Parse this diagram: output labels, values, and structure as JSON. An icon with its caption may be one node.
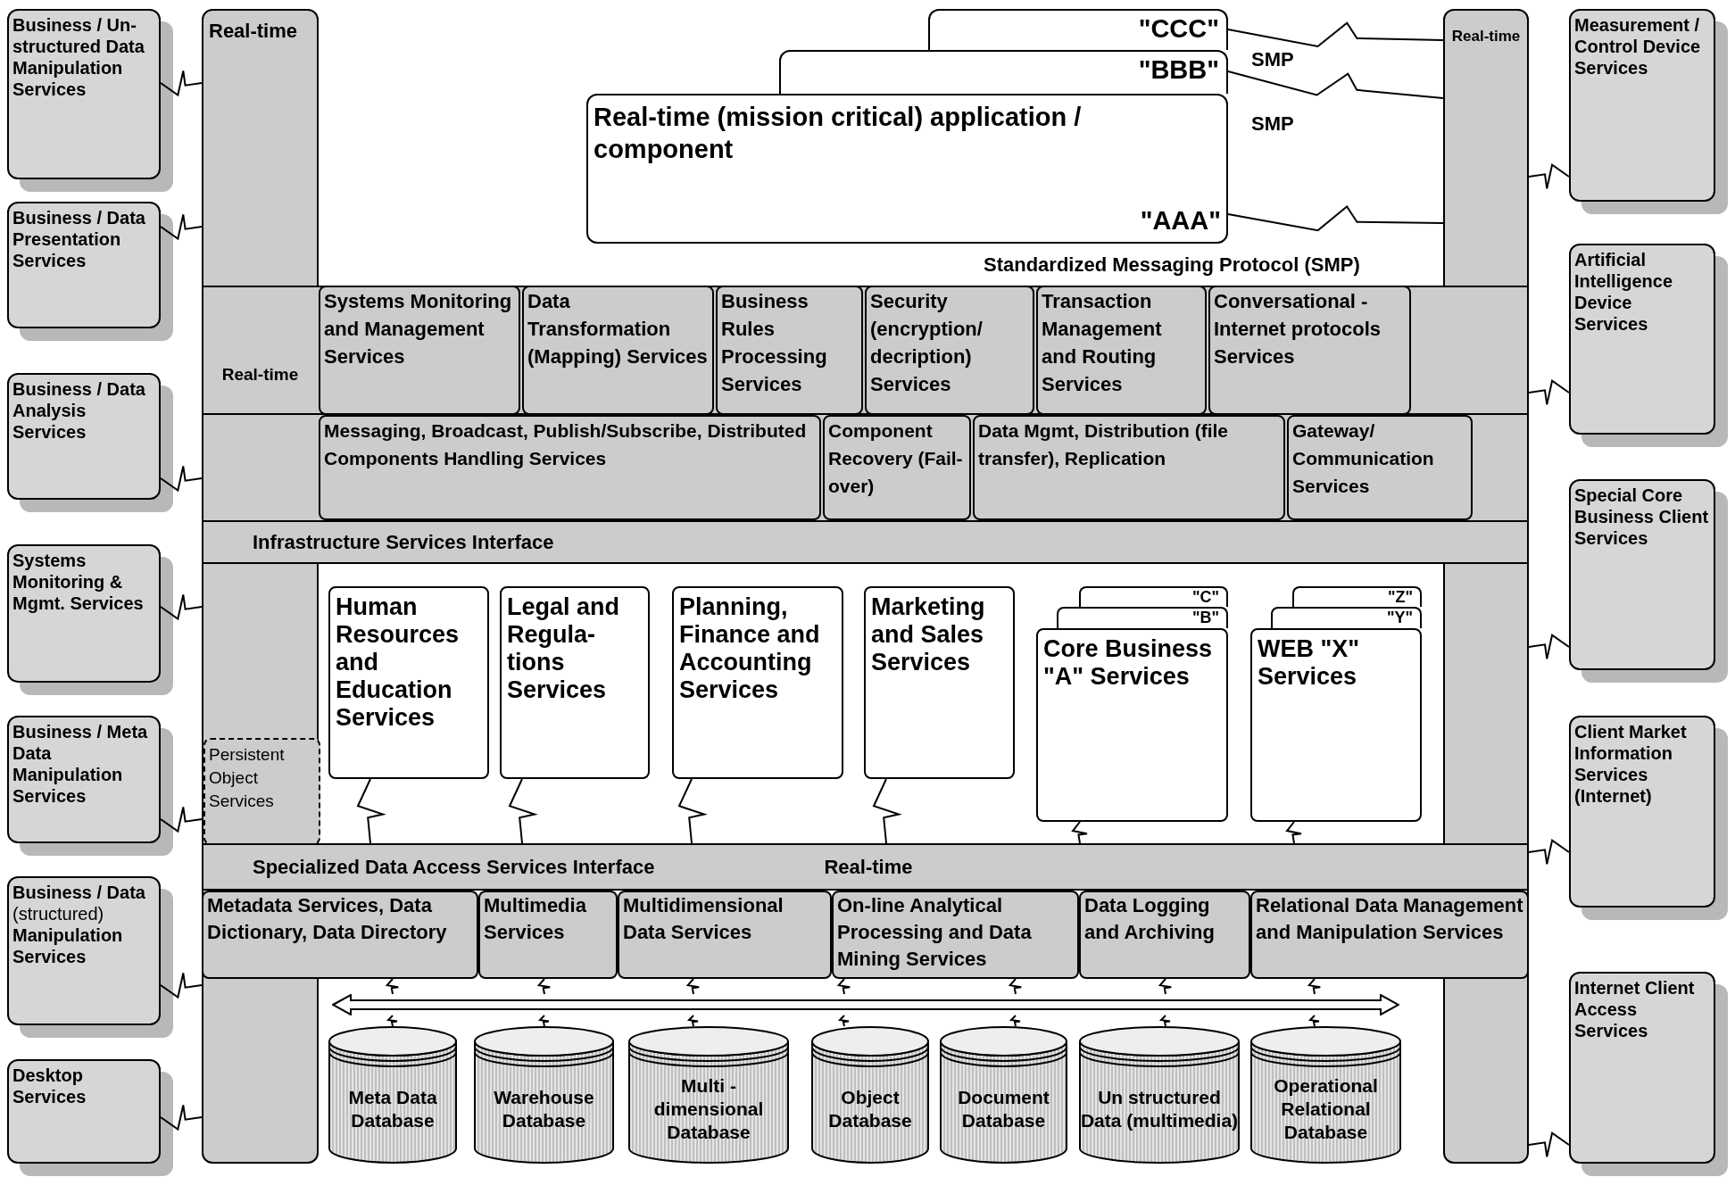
{
  "diagram": {
    "nodes": [
      {
        "text": [
          "Business / Un-structured Data Manipulation Services"
        ]
      },
      {
        "text": [
          "Business / Data Presentation Services"
        ]
      },
      {
        "text": [
          "Business / Data Analysis Services"
        ]
      },
      {
        "text": [
          "Systems Monitoring & Mgmt. Services"
        ]
      },
      {
        "text": [
          "Business / Meta Data Manipulation Services"
        ]
      },
      {
        "text": [
          "**Business / Data** (structured) **Manipulation Services**"
        ]
      },
      {
        "text": [
          "Desktop Services"
        ]
      },
      {
        "text": [
          "Measurement / Control Device Services"
        ]
      },
      {
        "text": [
          "Artificial Intelligence Device Services"
        ]
      },
      {
        "text": [
          "Special Core Business Client Services"
        ]
      },
      {
        "text": [
          "Client Market Information Services (Internet)"
        ]
      },
      {
        "text": [
          "Internet Client Access Services"
        ]
      },
      {
        "text": [
          "Real-time"
        ]
      },
      {
        "text": [
          "Real-time"
        ]
      },
      {
        "text": [
          "\"CCC\""
        ]
      },
      {
        "text": [
          "\"BBB\""
        ]
      },
      {
        "text": [
          "Real-time (mission critical) application / component",
          "\"AAA\""
        ]
      },
      {
        "text": [
          "Systems Monitoring and Management Services"
        ]
      },
      {
        "text": [
          "Data Transformation (Mapping) Services"
        ]
      },
      {
        "text": [
          "Business Rules Processing Services"
        ]
      },
      {
        "text": [
          "Security (encryption/ decription) Services"
        ]
      },
      {
        "text": [
          "Transaction Management and Routing Services"
        ]
      },
      {
        "text": [
          "Conversational - Internet protocols Services"
        ]
      },
      {
        "text": [
          "Messaging, Broadcast, Publish/Subscribe, Distributed Components Handling Services"
        ]
      },
      {
        "text": [
          "Component Recovery (Fail-over)"
        ]
      },
      {
        "text": [
          "Data Mgmt, Distribution (file transfer), Replication"
        ]
      },
      {
        "text": [
          "Gateway/ Communication Services"
        ]
      },
      {
        "text": [
          "Infrastructure Services Interface"
        ]
      },
      {
        "text": [
          "Persistent Object Services"
        ],
        "in": 12
      },
      {
        "text": [
          "Human Resources and Education Services"
        ]
      },
      {
        "text": [
          "Legal and Regula-tions Services"
        ]
      },
      {
        "text": [
          "Planning, Finance and Accounting Services"
        ]
      },
      {
        "text": [
          "Marketing and Sales Services"
        ]
      },
      {
        "text": [
          "\"C\""
        ]
      },
      {
        "text": [
          "\"B\""
        ]
      },
      {
        "text": [
          "Core Business \"A\" Services"
        ]
      },
      {
        "text": [
          "\"Z\""
        ]
      },
      {
        "text": [
          "\"Y\""
        ]
      },
      {
        "text": [
          "WEB \"X\" Services"
        ]
      },
      {
        "text": [
          "Specialized Data Access Services Interface",
          "Real-time"
        ]
      },
      {
        "text": [
          "Metadata Services, Data Dictionary, Data Directory"
        ]
      },
      {
        "text": [
          "Multimedia Services"
        ]
      },
      {
        "text": [
          "Multidimensional Data Services"
        ]
      },
      {
        "text": [
          "On-line Analytical Processing and Data Mining Services"
        ]
      },
      {
        "text": [
          "Data Logging and Archiving"
        ]
      },
      {
        "text": [
          "Relational Data Management and Manipulation Services"
        ]
      },
      {
        "text": [
          "Meta Data Database"
        ]
      },
      {
        "text": [
          "Warehouse Database"
        ]
      },
      {
        "text": [
          "Multi - dimensional Database"
        ]
      },
      {
        "text": [
          "Object Database"
        ]
      },
      {
        "text": [
          "Document Database"
        ]
      },
      {
        "text": [
          "Un structured Data (multimedia)"
        ]
      },
      {
        "text": [
          "Operational Relational Database"
        ]
      },
      {
        "text": [],
        "shape": "bar"
      }
    ],
    "edges": [
      {
        "from": 0,
        "to": 12,
        "arrow": "none"
      },
      {
        "from": 1,
        "to": 12,
        "arrow": "none"
      },
      {
        "from": 2,
        "to": 12,
        "arrow": "none"
      },
      {
        "from": 3,
        "to": 12,
        "arrow": "none"
      },
      {
        "from": 4,
        "to": 12,
        "arrow": "none"
      },
      {
        "from": 5,
        "to": 12,
        "arrow": "none"
      },
      {
        "from": 6,
        "to": 12,
        "arrow": "none"
      },
      {
        "from": 7,
        "to": 13,
        "arrow": "none"
      },
      {
        "from": 8,
        "to": 13,
        "arrow": "none"
      },
      {
        "from": 9,
        "to": 13,
        "arrow": "none"
      },
      {
        "from": 10,
        "to": 13,
        "arrow": "none"
      },
      {
        "from": 11,
        "to": 13,
        "arrow": "none"
      },
      {
        "from": 14,
        "to": 13,
        "arrow": "none",
        "label": "SMP"
      },
      {
        "from": 15,
        "to": 13,
        "arrow": "none",
        "label": "SMP"
      },
      {
        "from": 16,
        "to": 13,
        "arrow": "none",
        "label": "Standardized Messaging Protocol (SMP)"
      },
      {
        "from": 29,
        "to": 39,
        "arrow": "none"
      },
      {
        "from": 30,
        "to": 39,
        "arrow": "none"
      },
      {
        "from": 31,
        "to": 39,
        "arrow": "none"
      },
      {
        "from": 32,
        "to": 39,
        "arrow": "none"
      },
      {
        "from": 35,
        "to": 39,
        "arrow": "none"
      },
      {
        "from": 38,
        "to": 39,
        "arrow": "none"
      },
      {
        "from": 40,
        "to": 53,
        "arrow": "none"
      },
      {
        "from": 41,
        "to": 53,
        "arrow": "none"
      },
      {
        "from": 42,
        "to": 53,
        "arrow": "none"
      },
      {
        "from": 43,
        "to": 53,
        "arrow": "none"
      },
      {
        "from": 43,
        "to": 53,
        "arrow": "none"
      },
      {
        "from": 44,
        "to": 53,
        "arrow": "none"
      },
      {
        "from": 45,
        "to": 53,
        "arrow": "none"
      },
      {
        "from": 53,
        "to": 46,
        "arrow": "none"
      },
      {
        "from": 53,
        "to": 47,
        "arrow": "none"
      },
      {
        "from": 53,
        "to": 48,
        "arrow": "none"
      },
      {
        "from": 53,
        "to": 49,
        "arrow": "none"
      },
      {
        "from": 53,
        "to": 50,
        "arrow": "none"
      },
      {
        "from": 53,
        "to": 51,
        "arrow": "none"
      },
      {
        "from": 53,
        "to": 52,
        "arrow": "none"
      }
    ],
    "labels": [
      "Real-time"
    ]
  }
}
